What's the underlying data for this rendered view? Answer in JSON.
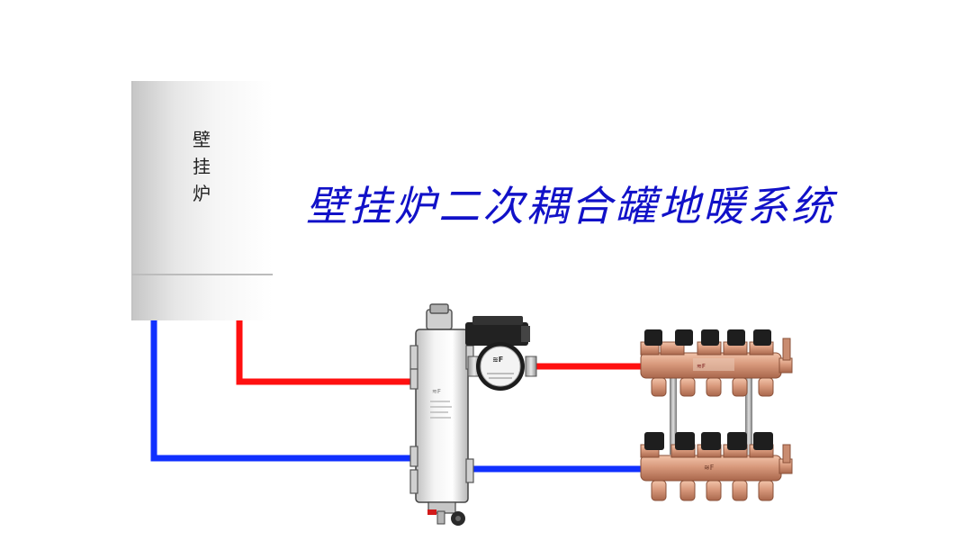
{
  "title": "壁挂炉二次耦合罐地暖系统",
  "boiler": {
    "label": "壁\n挂\n炉"
  },
  "components": [
    "boiler",
    "coupling-tank",
    "circulation-pump",
    "floor-heating-manifold"
  ],
  "colors": {
    "supply": "#ff1010",
    "return": "#1030ff",
    "title": "#1111c8",
    "copper": "#d89a7e",
    "cap": "#1e1e1e"
  },
  "icons": [
    "pump-logo-icon",
    "manifold-logo-icon",
    "tank-logo-icon"
  ]
}
